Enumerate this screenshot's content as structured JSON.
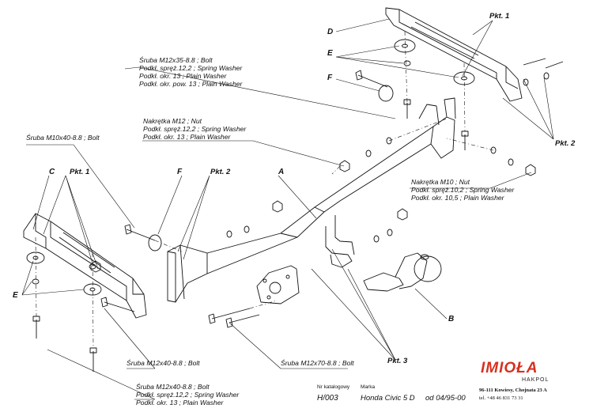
{
  "labels": {
    "bolt_m12x35": [
      "Śruba M12x35-8.8 ;  Bolt",
      "Podkł. spręż.12,2 ; Spring Washer",
      "Podkł. okr. 13 ; Plain Washer",
      "Podkł. okr. pow. 13 ; Plain Washer"
    ],
    "nut_m12": [
      "Nakrętka  M12 ; Nut",
      "Podkł. spręż.12,2 ; Spring Washer",
      "Podkł. okr. 13 ; Plain Washer"
    ],
    "bolt_m10x40": [
      "Śruba M10x40-8.8 ;  Bolt"
    ],
    "nut_m10": [
      "Nakrętka  M10 ; Nut",
      "Podkł. spręż.10,2 ; Spring Washer",
      "Podkł. okr. 10,5 ; Plain Washer"
    ],
    "bolt_m12x40": [
      "Śruba M12x40-8.8 ;  Bolt"
    ],
    "bolt_m12x70": [
      "Śruba M12x70-8.8 ;  Bolt"
    ],
    "bolt_m12x40_set": [
      "Śruba M12x40-8.8 ;  Bolt",
      "Podkł. spręż.12,2 ; Spring Washer",
      "Podkł. okr. 13 ; Plain Washer"
    ]
  },
  "letters": {
    "A": "A",
    "B": "B",
    "C": "C",
    "D": "D",
    "E1": "E",
    "E2": "E",
    "F1": "F",
    "F2": "F"
  },
  "points": {
    "pkt1_top": "Pkt. 1",
    "pkt1_left": "Pkt. 1",
    "pkt2_right": "Pkt. 2",
    "pkt2_left": "Pkt. 2",
    "pkt3": "Pkt. 3"
  },
  "footer": {
    "catalog_caption": "Nr katalogowy",
    "catalog_number": "H/003",
    "brand_caption": "Marka",
    "model": "Honda Civic 5 D",
    "date": "od 04/95-00"
  },
  "logo": {
    "name": "IMIOŁA",
    "sub": "HAKPOL",
    "address": "96-111 Kowiesy, Chojnata 23 A",
    "phone": "tel. +48 46 831 73 31"
  }
}
